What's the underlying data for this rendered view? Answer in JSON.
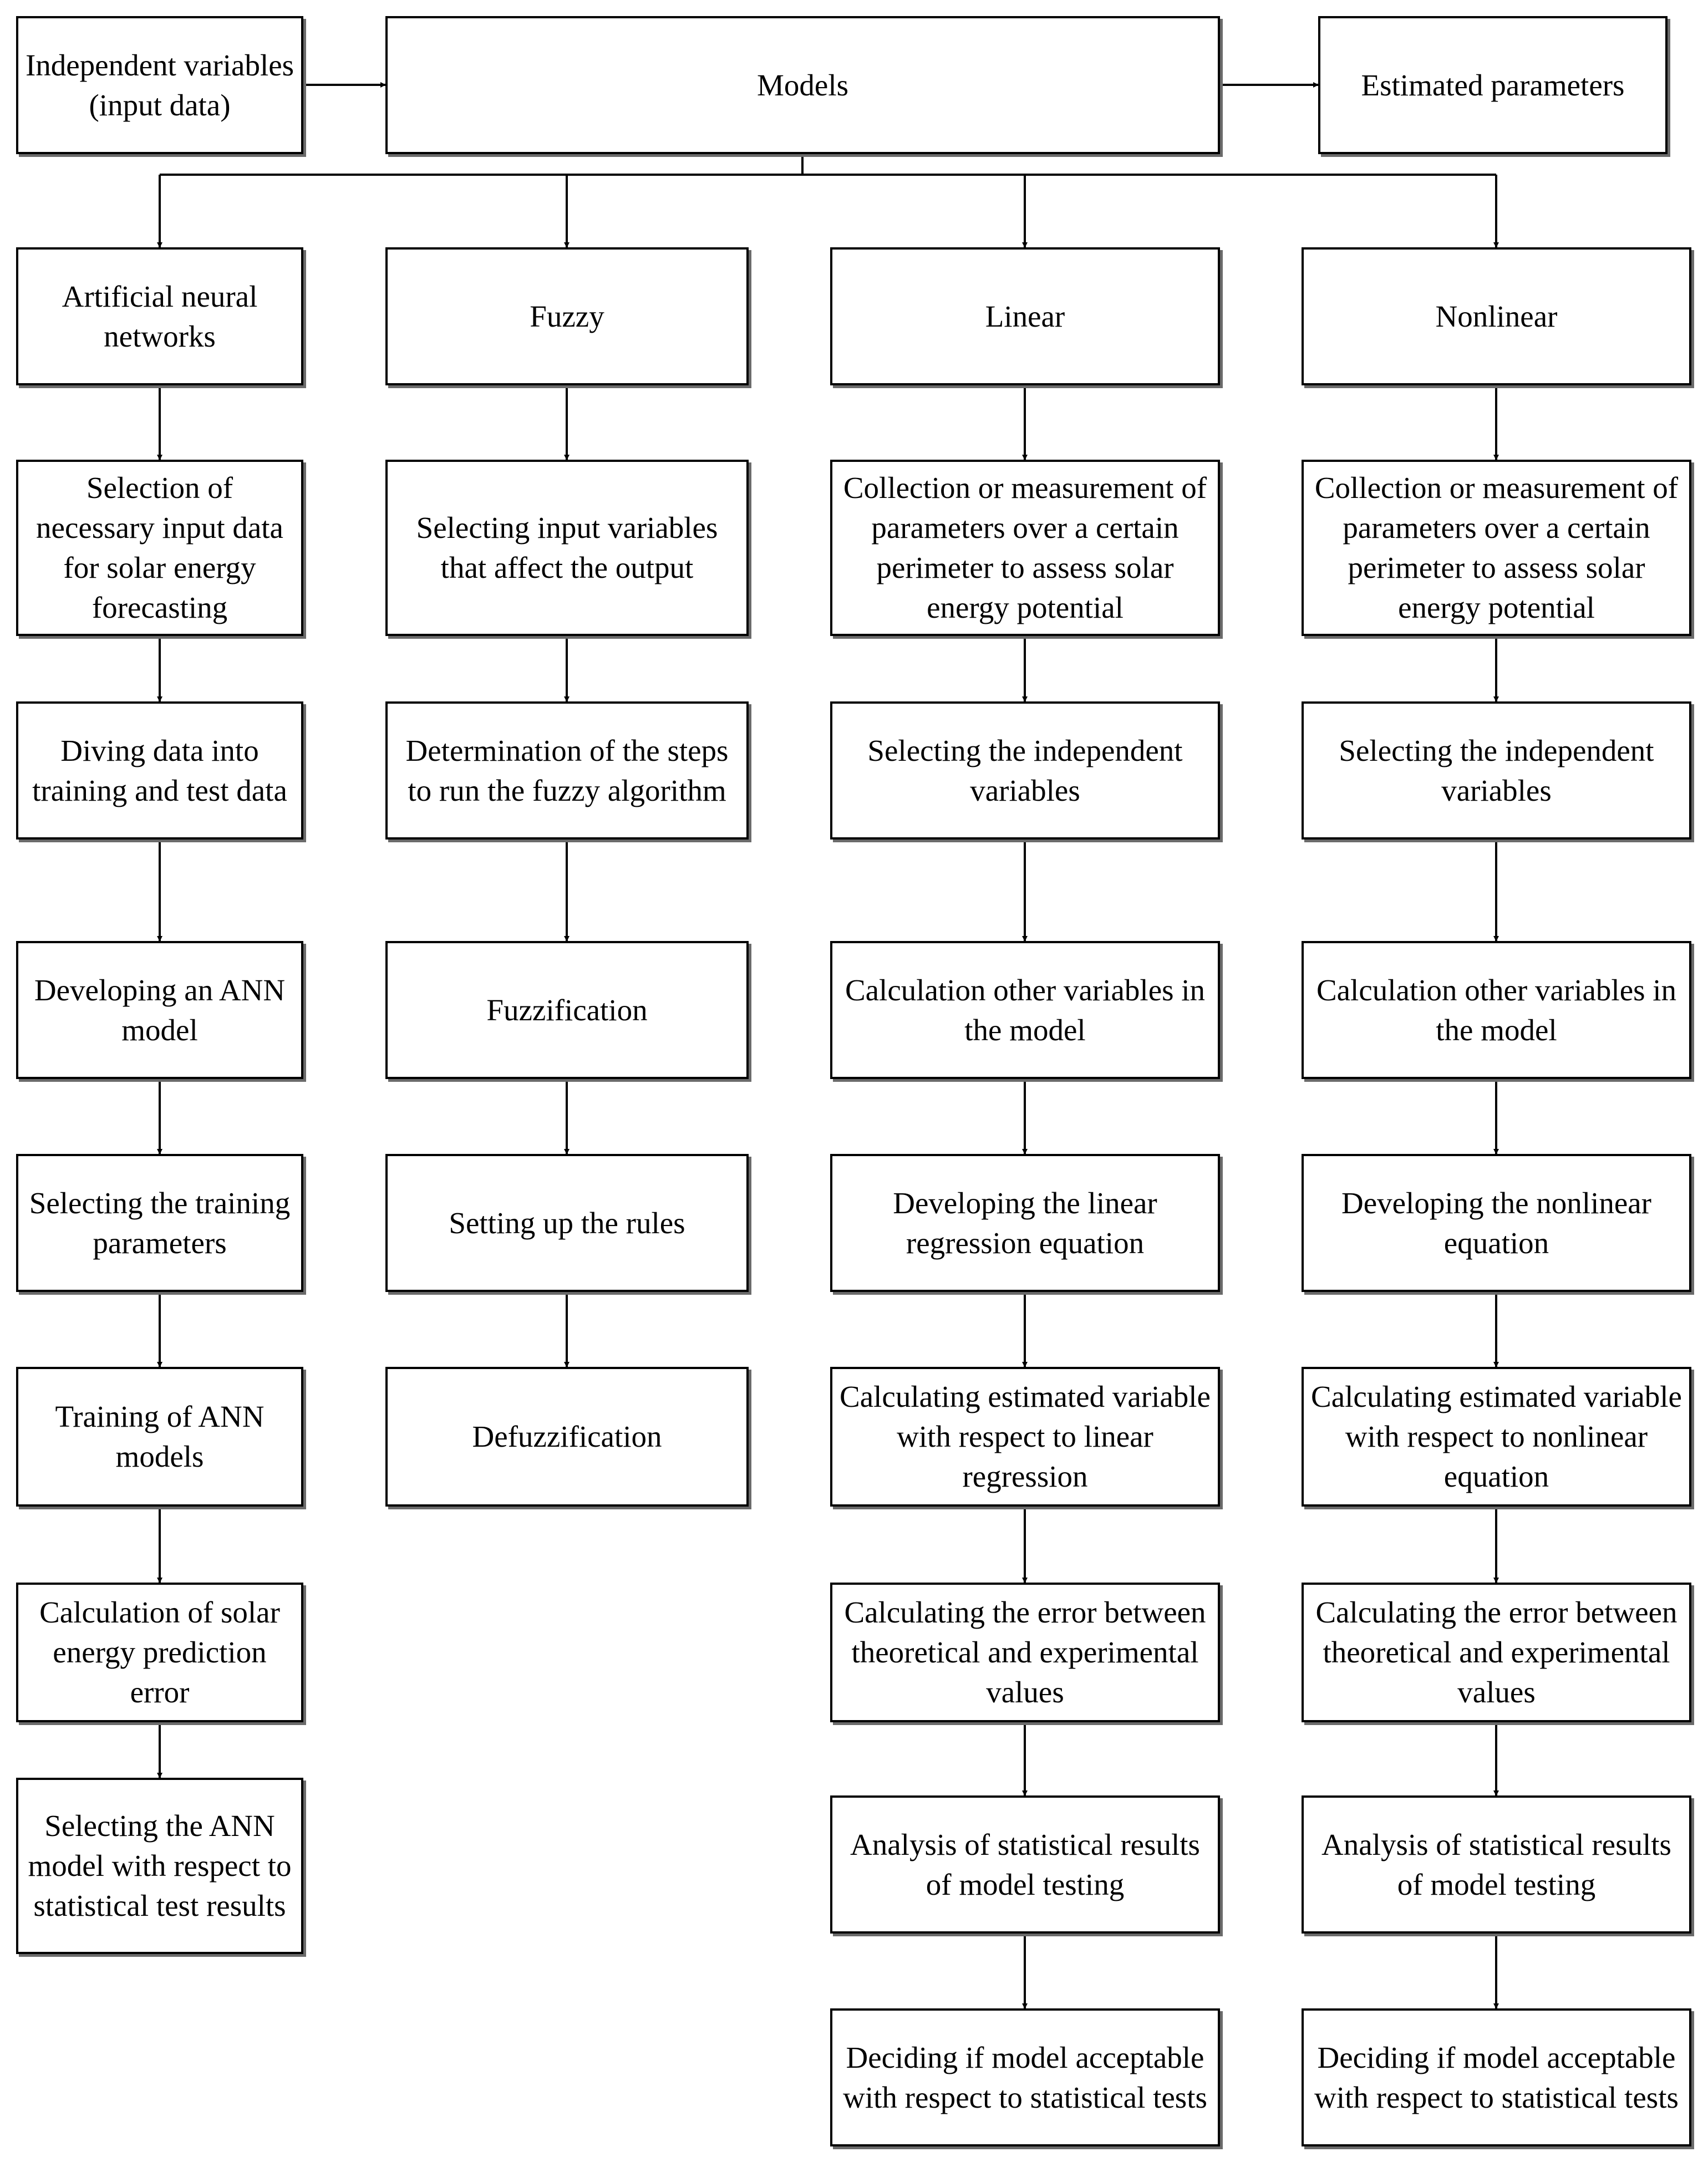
{
  "header": {
    "input": "Independent variables (input data)",
    "models": "Models",
    "output": "Estimated parameters"
  },
  "columns": [
    {
      "title": "Artificial neural networks",
      "steps": [
        "Selection of necessary input data for solar energy forecasting",
        "Diving data into training and test data",
        "Developing an ANN model",
        "Selecting the training parameters",
        "Training of ANN models",
        "Calculation of solar energy prediction error",
        "Selecting the ANN model with respect to statistical test results"
      ]
    },
    {
      "title": "Fuzzy",
      "steps": [
        "Selecting input variables that affect the output",
        "Determination of the steps to run the fuzzy algorithm",
        "Fuzzification",
        "Setting up the rules",
        "Defuzzification"
      ]
    },
    {
      "title": "Linear",
      "steps": [
        "Collection or measurement of parameters over a certain perimeter to assess solar energy potential",
        "Selecting the independent variables",
        "Calculation other variables in the model",
        "Developing the linear regression equation",
        "Calculating estimated variable with respect to linear regression",
        "Calculating the error between theoretical and experimental values",
        "Analysis of statistical results of model testing",
        "Deciding if model acceptable with respect to statistical tests"
      ]
    },
    {
      "title": "Nonlinear",
      "steps": [
        "Collection or measurement of parameters over a certain perimeter to assess solar energy potential",
        "Selecting the independent variables",
        "Calculation other variables in the model",
        "Developing the nonlinear equation",
        "Calculating estimated variable with respect to nonlinear equation",
        "Calculating the error between theoretical and experimental values",
        "Analysis of statistical results of model testing",
        "Deciding if model acceptable with respect to statistical tests"
      ]
    }
  ]
}
